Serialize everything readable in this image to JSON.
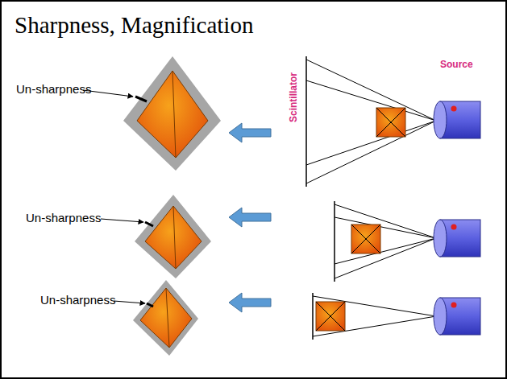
{
  "diagram": {
    "title": "Sharpness, Magnification",
    "labels": [
      "Un-sharpness",
      "Un-sharpness",
      "Un-sharpness",
      "Scintillator",
      "Source"
    ]
  }
}
